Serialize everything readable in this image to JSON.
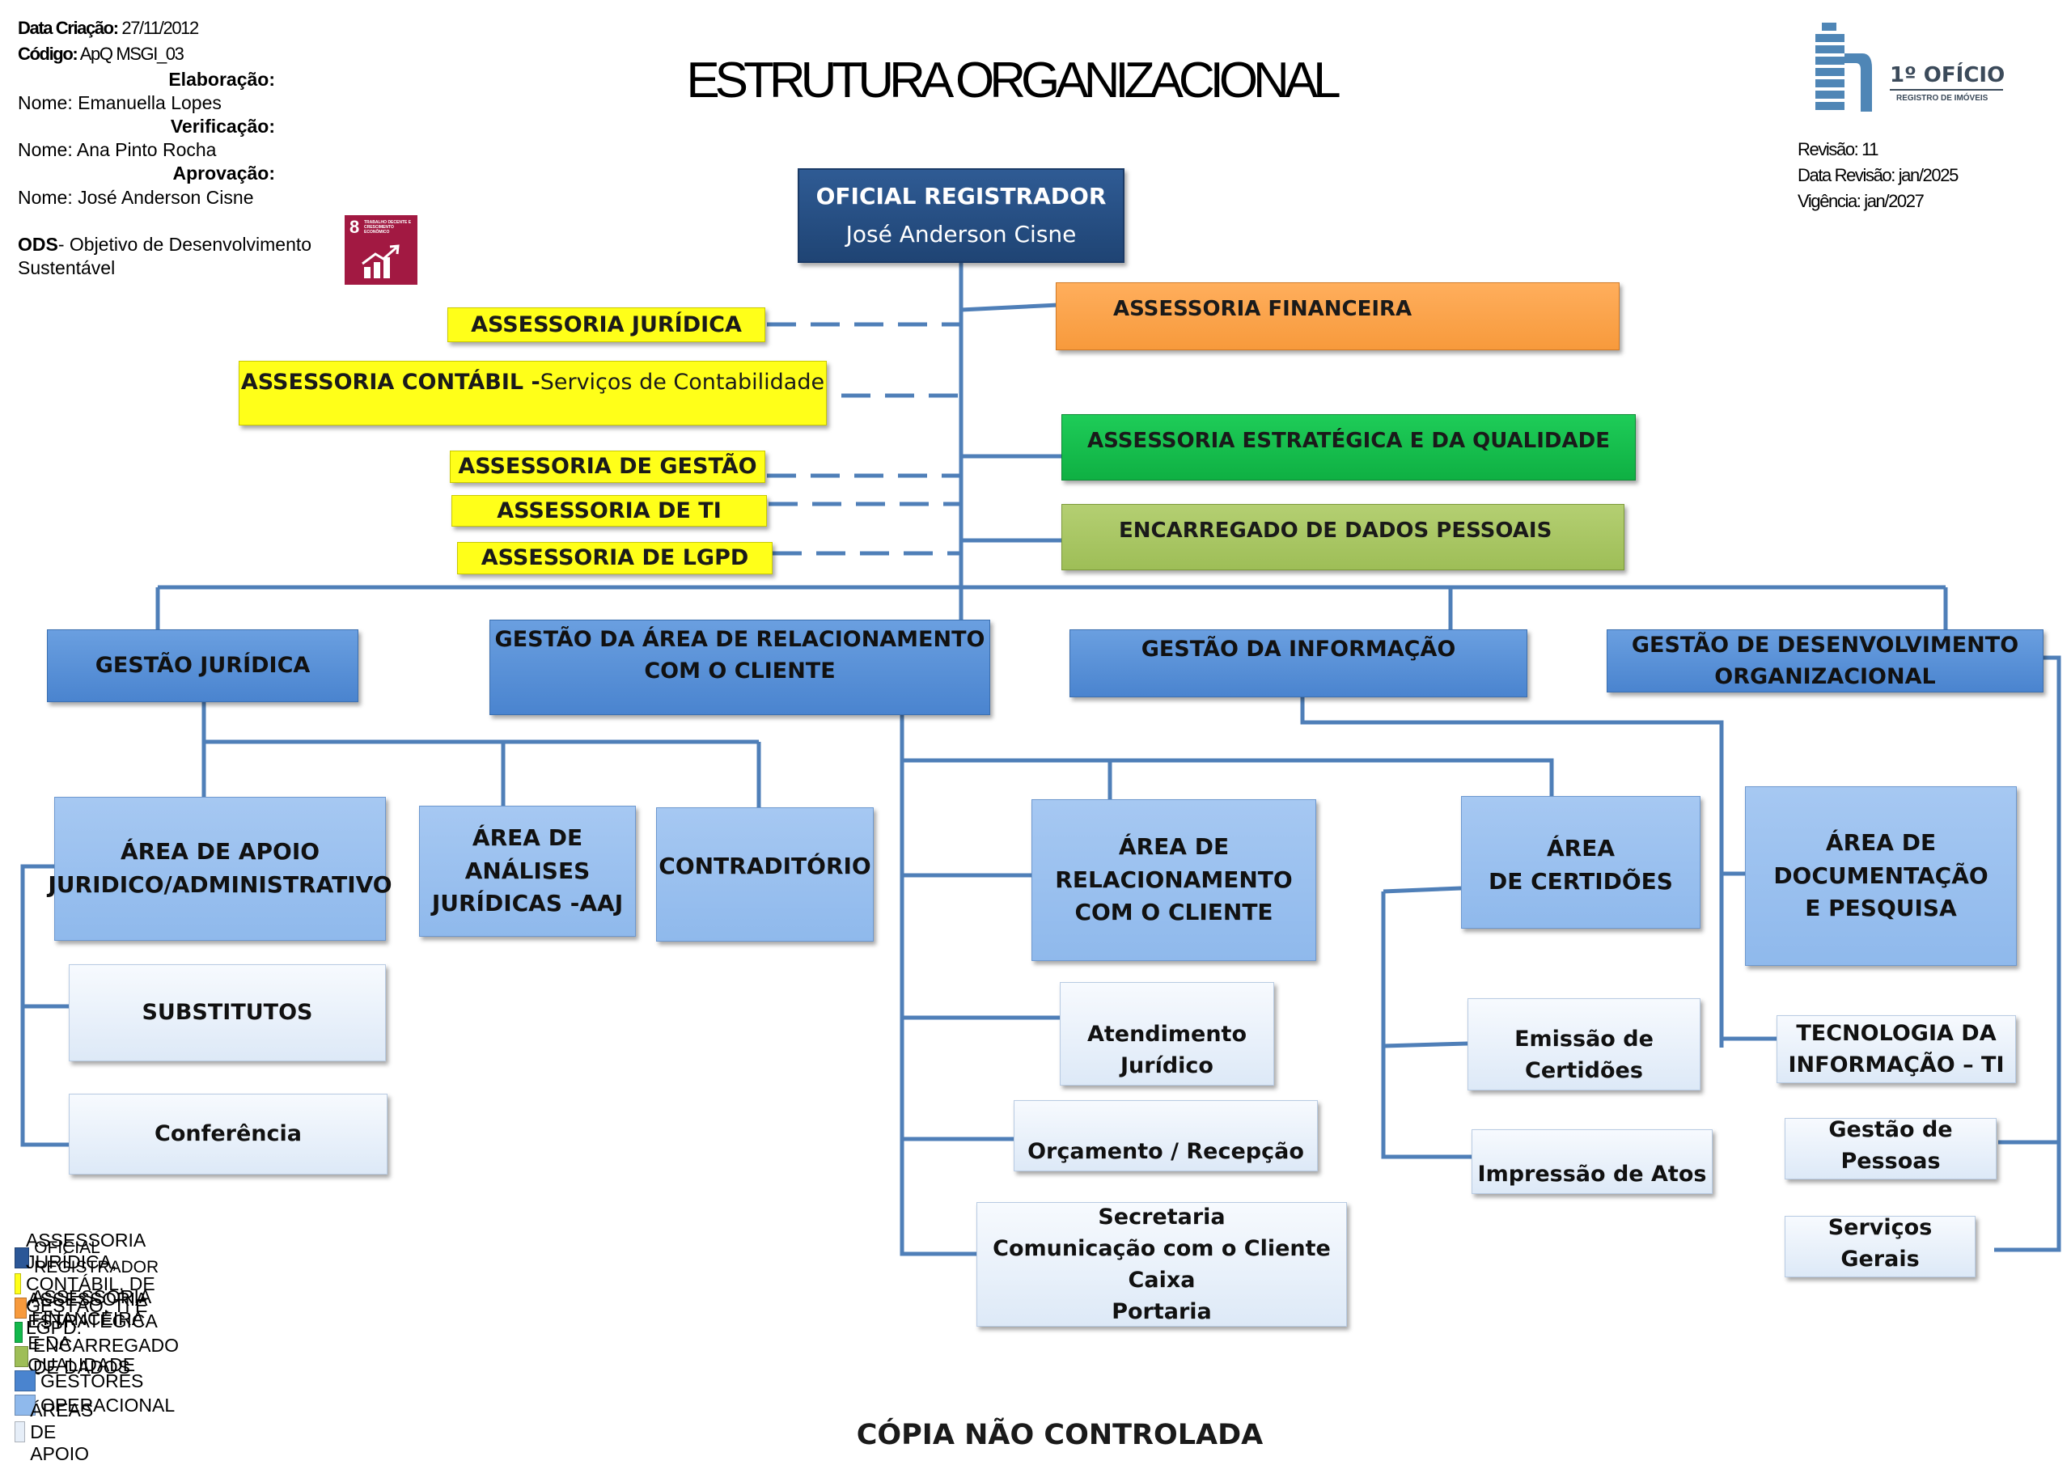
{
  "header": {
    "creation_label": "Data Criação:",
    "creation_value": "27/11/2012",
    "code_label": "Código:",
    "code_value": "ApQ MSGI_03",
    "elaboration_label": "Elaboração:",
    "elaboration_name": "Nome: Emanuella Lopes",
    "verification_label": "Verificação:",
    "verification_name": "Nome: Ana Pinto Rocha",
    "approval_label": "Aprovação:",
    "approval_name": "Nome: José Anderson Cisne",
    "ods_label": "ODS",
    "ods_text_1": "- Objetivo de Desenvolvimento",
    "ods_text_2": "Sustentável",
    "sdg_number": "8",
    "sdg_text": "TRABALHO DECENTE E CRESCIMENTO ECONÔMICO",
    "sdg_color": "#a21942",
    "title": "ESTRUTURA ORGANIZACIONAL",
    "revision": "Revisão: 11",
    "revision_date": "Data Revisão: jan/2025",
    "validity": "Vigência: jan/2027",
    "logo_number": "1",
    "logo_title": "1º OFÍCIO",
    "logo_subtitle": "REGISTRO DE IMÓVEIS",
    "logo_color": "#4f86b6"
  },
  "chart": {
    "top": {
      "title": "OFICIAL REGISTRADOR",
      "name": "José Anderson Cisne"
    },
    "assessorias_left": [
      {
        "label": "ASSESSORIA JURÍDICA"
      },
      {
        "label_bold": "ASSESSORIA CONTÁBIL -",
        "label_rest": "Serviços de Contabilidade"
      },
      {
        "label": "ASSESSORIA DE GESTÃO"
      },
      {
        "label": "ASSESSORIA DE TI"
      },
      {
        "label": "ASSESSORIA DE LGPD"
      }
    ],
    "assessorias_right": [
      {
        "label": "ASSESSORIA FINANCEIRA"
      },
      {
        "label": "ASSESSORIA ESTRATÉGICA E DA QUALIDADE"
      },
      {
        "label": "ENCARREGADO DE DADOS PESSOAIS"
      }
    ],
    "managers": [
      {
        "label": "GESTÃO JURÍDICA"
      },
      {
        "label": "GESTÃO DA ÁREA DE RELACIONAMENTO\nCOM O CLIENTE"
      },
      {
        "label": "GESTÃO DA INFORMAÇÃO"
      },
      {
        "label": "GESTÃO DE DESENVOLVIMENTO\nORGANIZACIONAL"
      }
    ],
    "areas": [
      {
        "label": "ÁREA DE APOIO\nJURIDICO/ADMINISTRATIVO"
      },
      {
        "label": "ÁREA DE ANÁLISES\nJURÍDICAS -AAJ"
      },
      {
        "label": "CONTRADITÓRIO"
      },
      {
        "label": "ÁREA DE\nRELACIONAMENTO\nCOM O CLIENTE"
      },
      {
        "label": "ÁREA\nDE CERTIDÕES"
      },
      {
        "label": "ÁREA DE\nDOCUMENTAÇÃO\nE PESQUISA"
      }
    ],
    "support": [
      {
        "label": "SUBSTITUTOS"
      },
      {
        "label": "Conferência"
      },
      {
        "label": "Atendimento\nJurídico"
      },
      {
        "label": "Orçamento / Recepção"
      },
      {
        "label": "Secretaria\nComunicação com o Cliente\nCaixa\nPortaria"
      },
      {
        "label": "Emissão de\nCertidões"
      },
      {
        "label": "Impressão de Atos"
      },
      {
        "label": "TECNOLOGIA DA\nINFORMAÇÃO – TI"
      },
      {
        "label": "Gestão de Pessoas"
      },
      {
        "label": "Serviços Gerais"
      }
    ]
  },
  "legend": [
    {
      "label": "OFICIAL REGISTRADOR",
      "color": "#2b5797"
    },
    {
      "label": "ASSESSORIA JURÍDICA, CONTÁBIL, DE GESTÃO, TI E LGPD.",
      "color": "#ffff19"
    },
    {
      "label": "ASSESSORIA FINANCEIRA",
      "color": "#f79a3c"
    },
    {
      "label": "ASSESSORIA ESTRATÉGICA E DA QUALIDADE",
      "color": "#12b84b"
    },
    {
      "label": "ENCARREGADO DE DADOS",
      "color": "#9ebe57"
    },
    {
      "label": "GESTORES",
      "color": "#4a84cf"
    },
    {
      "label": "OPERACIONAL",
      "color": "#8fb9ec"
    },
    {
      "label": "ÁREAS DE APOIO",
      "color": "#e6eef8"
    }
  ],
  "footer": {
    "label": "CÓPIA NÃO CONTROLADA"
  },
  "colors": {
    "line": "#4f7fb8"
  }
}
